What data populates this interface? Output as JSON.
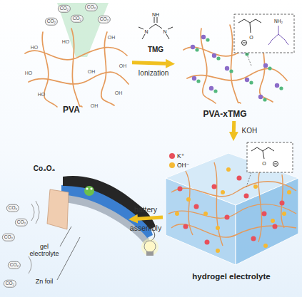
{
  "diagram": {
    "nodes": [
      {
        "text": [
          "PVA"
        ]
      },
      {
        "text": [
          "PVA-xTMG"
        ]
      },
      {
        "text": [
          "hydrogel electrolyte"
        ]
      },
      {
        "text": [
          "Co₃O₄",
          "gel electrolyte",
          "Zn foil"
        ]
      }
    ],
    "edges": [
      {
        "from": 0,
        "to": 1,
        "arrow": "to",
        "label": "Ionization"
      },
      {
        "from": 1,
        "to": 2,
        "arrow": "to",
        "label": "KOH"
      },
      {
        "from": 2,
        "to": 3,
        "arrow": "to",
        "label": "battery assembly"
      }
    ],
    "labels": [
      "TMG",
      "CO₂",
      "CO₂",
      "CO₂",
      "CO₂",
      "CO₂",
      "HO",
      "HO",
      "OH",
      "OH",
      "HO",
      "OH",
      "HO",
      "OH",
      "OH",
      "NH",
      "N",
      "N",
      "O",
      "NH₂",
      "O",
      "CO₂",
      "CO₂",
      "CO₂",
      "CO₂",
      "CO₂"
    ],
    "legend": [
      {
        "text": "K⁺",
        "color": "#e8505b"
      },
      {
        "text": "OH⁻",
        "color": "#f5b935"
      }
    ]
  }
}
